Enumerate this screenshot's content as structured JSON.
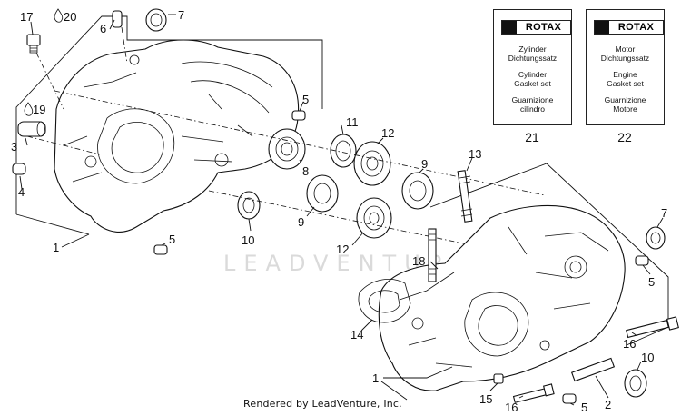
{
  "callouts": [
    {
      "id": "17",
      "text": "17"
    },
    {
      "id": "20",
      "text": "20"
    },
    {
      "id": "6",
      "text": "6"
    },
    {
      "id": "7a",
      "text": "7"
    },
    {
      "id": "19",
      "text": "19"
    },
    {
      "id": "3",
      "text": "3"
    },
    {
      "id": "4",
      "text": "4"
    },
    {
      "id": "1a",
      "text": "1"
    },
    {
      "id": "5a",
      "text": "5"
    },
    {
      "id": "5b",
      "text": "5"
    },
    {
      "id": "11",
      "text": "11"
    },
    {
      "id": "12a",
      "text": "12"
    },
    {
      "id": "8",
      "text": "8"
    },
    {
      "id": "9a",
      "text": "9"
    },
    {
      "id": "9b",
      "text": "9"
    },
    {
      "id": "12b",
      "text": "12"
    },
    {
      "id": "10a",
      "text": "10"
    },
    {
      "id": "13",
      "text": "13"
    },
    {
      "id": "18",
      "text": "18"
    },
    {
      "id": "14",
      "text": "14"
    },
    {
      "id": "7b",
      "text": "7"
    },
    {
      "id": "5c",
      "text": "5"
    },
    {
      "id": "16a",
      "text": "16"
    },
    {
      "id": "10b",
      "text": "10"
    },
    {
      "id": "1b",
      "text": "1"
    },
    {
      "id": "15",
      "text": "15"
    },
    {
      "id": "16b",
      "text": "16"
    },
    {
      "id": "5d",
      "text": "5"
    },
    {
      "id": "2",
      "text": "2"
    }
  ],
  "kit_cards": [
    {
      "brand": "ROTAX",
      "lines": [
        "Zylinder",
        "Dichtungssatz",
        "",
        "Cylinder",
        "Gasket set",
        "",
        "Guarnizione",
        "cilindro"
      ],
      "number": "21"
    },
    {
      "brand": "ROTAX",
      "lines": [
        "Motor",
        "Dichtungssatz",
        "",
        "Engine",
        "Gasket set",
        "",
        "Guarnizione",
        "Motore"
      ],
      "number": "22"
    }
  ],
  "watermark": "LEADVENTURE",
  "footer": "Rendered by LeadVenture, Inc."
}
